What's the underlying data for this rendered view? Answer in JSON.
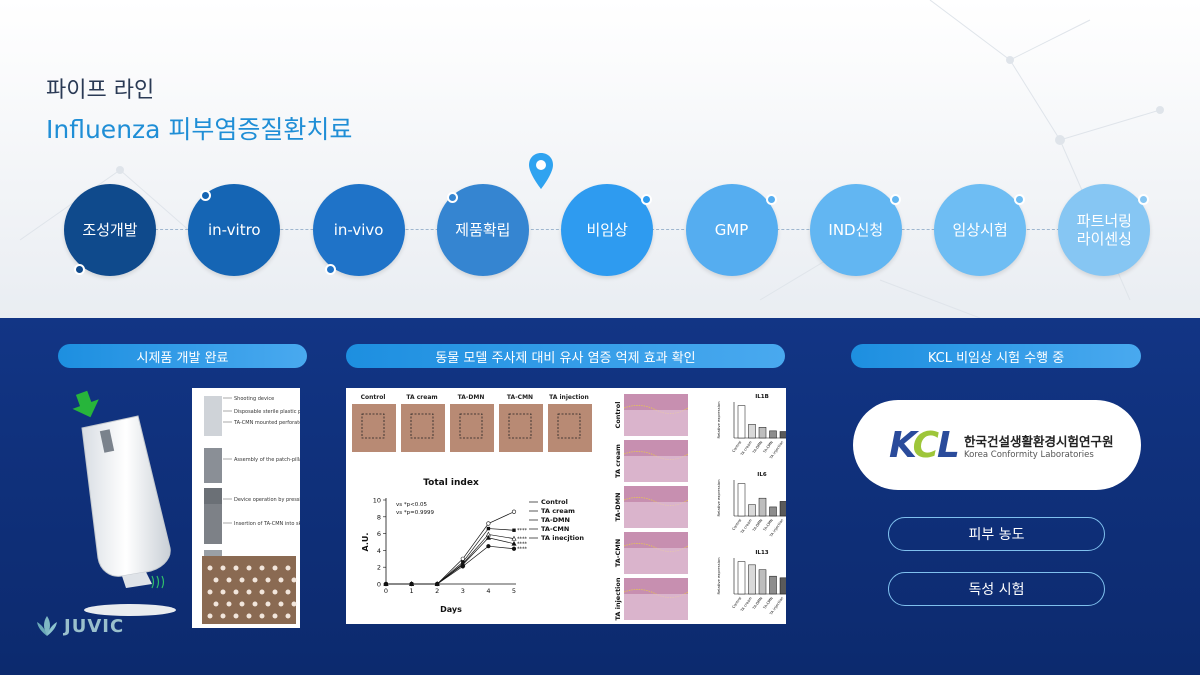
{
  "header": {
    "title_line1": "파이프 라인",
    "title_line2": "Influenza 피부염증질환치료"
  },
  "pipeline": {
    "stages": [
      {
        "label": "조성개발",
        "color": "#0f4a8c"
      },
      {
        "label": "in-vitro",
        "color": "#1565b4"
      },
      {
        "label": "in-vivo",
        "color": "#1f73c8"
      },
      {
        "label": "제품확립",
        "color": "#3585d1"
      },
      {
        "label": "비임상",
        "color": "#2e9bf0"
      },
      {
        "label": "GMP",
        "color": "#55adf0"
      },
      {
        "label": "IND신청",
        "color": "#62b6f2"
      },
      {
        "label": "임상시험",
        "color": "#6ebdf3"
      },
      {
        "label": "파트너링\n라이센싱",
        "color": "#86c6f3"
      }
    ],
    "current_index": 4
  },
  "sections": {
    "prototype": "시제품 개발 완료",
    "animal": "동물 모델 주사제 대비 유사 염증 억제 효과 확인",
    "kcl": "KCL 비임상 시험 수행 중"
  },
  "prototype_steps": [
    "Shooting device",
    "Disposable sterile plastic pillar array",
    "TA-CMN mounted perforated substrate",
    "Assembly of the patch-pillar and shooting device",
    "Device operation by pressing the insert button",
    "Insertion of TA-CMN into skin"
  ],
  "photo_labels": [
    "Control",
    "TA cream",
    "TA-DMN",
    "TA-CMN",
    "TA injection"
  ],
  "chart_data": {
    "type": "line",
    "title": "Total index",
    "xlabel": "Days",
    "ylabel": "A.U.",
    "x": [
      0,
      1,
      2,
      3,
      4,
      5
    ],
    "xlim": [
      0,
      5
    ],
    "ylim": [
      0,
      10
    ],
    "yticks": [
      0,
      2,
      4,
      6,
      8,
      10
    ],
    "series": [
      {
        "name": "Control",
        "values": [
          0,
          0,
          0,
          3.0,
          7.2,
          8.6
        ]
      },
      {
        "name": "TA cream",
        "values": [
          0,
          0,
          0,
          2.6,
          6.6,
          6.4
        ]
      },
      {
        "name": "TA-DMN",
        "values": [
          0,
          0,
          0,
          2.4,
          5.9,
          5.4
        ]
      },
      {
        "name": "TA-CMN",
        "values": [
          0,
          0,
          0,
          2.3,
          5.5,
          4.8
        ]
      },
      {
        "name": "TA inecjtion",
        "values": [
          0,
          0,
          0,
          2.1,
          4.5,
          4.2
        ]
      }
    ],
    "annotations": [
      "vs  *p<0.05",
      "vs  *p=0.9999",
      "****",
      "****",
      "****",
      "****"
    ]
  },
  "histology_labels": [
    "Control",
    "TA cream",
    "TA-DMN",
    "TA-CMN",
    "TA injection"
  ],
  "bar_charts": [
    {
      "title": "IL1B",
      "ylabel": "Relative expression",
      "categories": [
        "Control",
        "TA cream",
        "TA-DMN",
        "TA-CMN",
        "TA injection"
      ],
      "values": [
        1.0,
        0.42,
        0.33,
        0.22,
        0.2
      ]
    },
    {
      "title": "IL6",
      "ylabel": "Relative expression",
      "categories": [
        "Control",
        "TA cream",
        "TA-DMN",
        "TA-CMN",
        "TA injection"
      ],
      "values": [
        1.0,
        0.35,
        0.55,
        0.28,
        0.45
      ]
    },
    {
      "title": "IL13",
      "ylabel": "Relative expression",
      "categories": [
        "Control",
        "TA cream",
        "TA-DMN",
        "TA-CMN",
        "TA injection"
      ],
      "values": [
        1.0,
        0.9,
        0.75,
        0.55,
        0.5
      ]
    }
  ],
  "kcl": {
    "logo": "KCL",
    "name_ko": "한국건설생활환경시험연구원",
    "name_en": "Korea Conformity Laboratories"
  },
  "tests": [
    "피부 농도",
    "독성 시험"
  ],
  "brand": {
    "name": "JUVIC"
  }
}
